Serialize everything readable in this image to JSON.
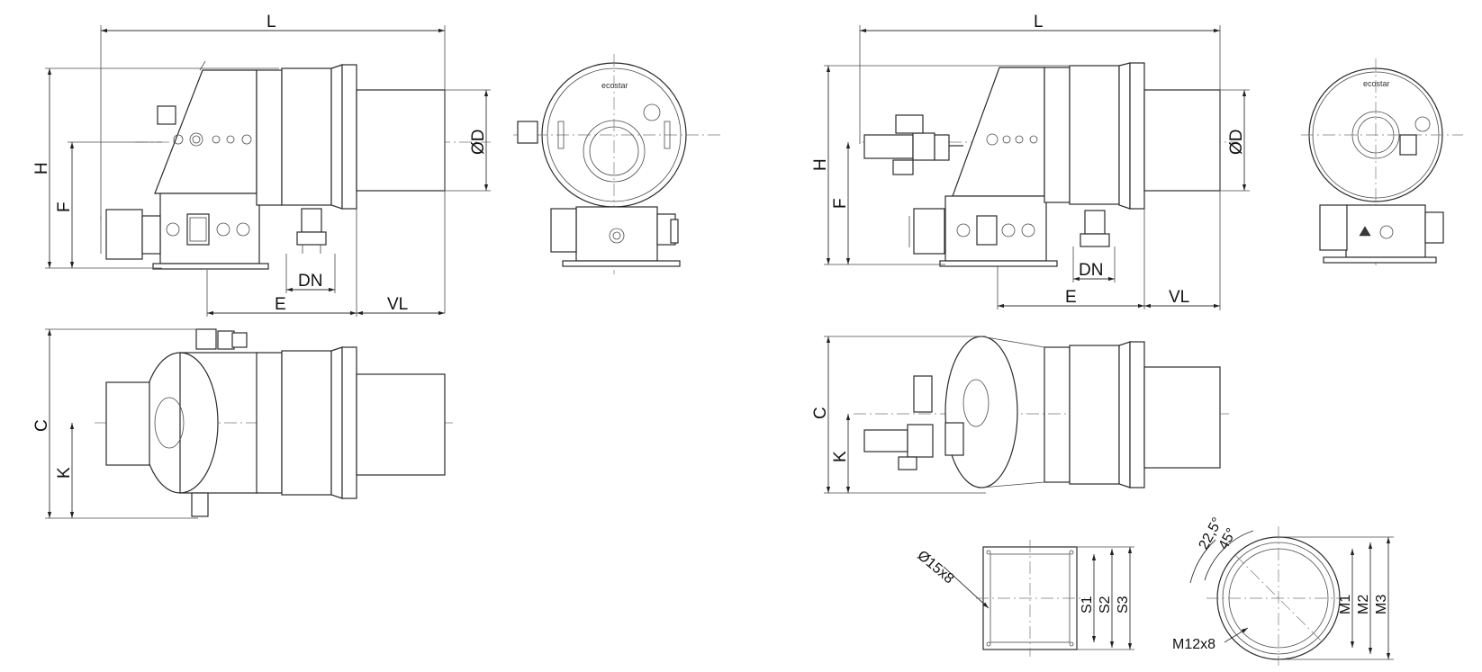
{
  "labels": {
    "L": "L",
    "H": "H",
    "F": "F",
    "OD": "ØD",
    "DN": "DN",
    "E": "E",
    "VL": "VL",
    "C": "C",
    "K": "K",
    "S1": "S1",
    "S2": "S2",
    "S3": "S3",
    "hole_spec": "Ø15x8",
    "M1": "M1",
    "M2": "M2",
    "M3": "M3",
    "angle_a": "22,5°",
    "angle_b": "45°",
    "thread_spec": "M12x8",
    "brand": "ecostar"
  },
  "icons": {
    "arrow": "dimension-arrow-icon",
    "warning": "warning-triangle-icon"
  }
}
